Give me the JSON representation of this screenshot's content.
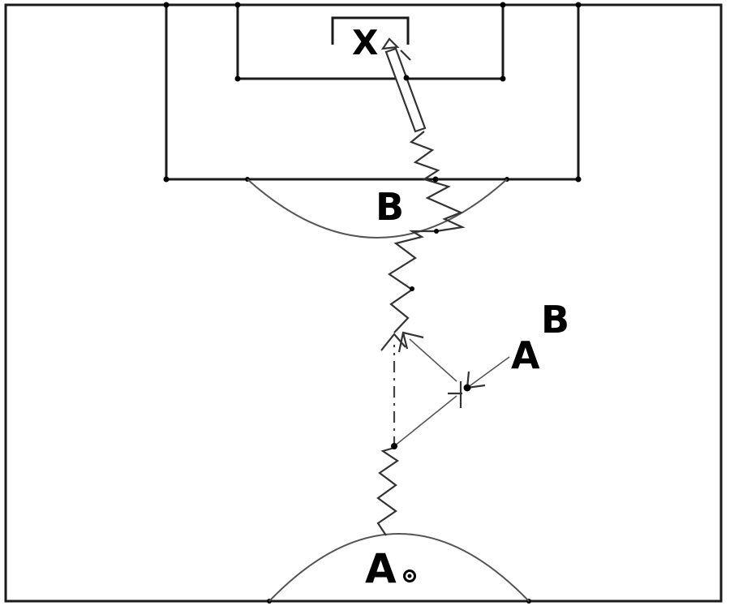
{
  "labels": {
    "goal_marker": "X",
    "player_b_box": "B",
    "player_a_right": "A",
    "player_b_right": "B",
    "player_a_bottom": "A"
  },
  "icons": {
    "ball": "ball-icon"
  },
  "colors": {
    "lines": "#1a1a1a",
    "background": "#ffffff"
  }
}
